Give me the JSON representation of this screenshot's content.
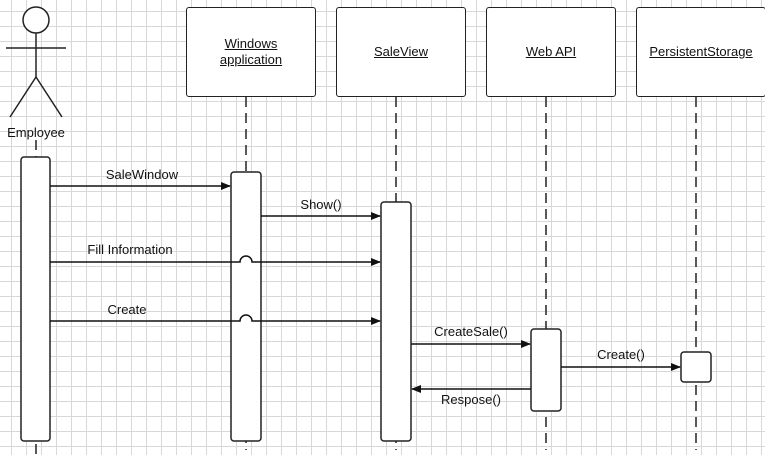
{
  "actor": {
    "label": "Employee"
  },
  "participants": [
    {
      "id": "windows",
      "label_line1": "Windows",
      "label_line2": "application"
    },
    {
      "id": "saleview",
      "label_line1": "SaleView"
    },
    {
      "id": "webapi",
      "label_line1": "Web API"
    },
    {
      "id": "storage",
      "label_line1": "PersistentStorage"
    }
  ],
  "messages": [
    {
      "label": "SaleWindow",
      "from": "Employee",
      "to": "Windows application"
    },
    {
      "label": "Show()",
      "from": "Windows application",
      "to": "SaleView"
    },
    {
      "label": "Fill Information",
      "from": "Employee",
      "to": "SaleView"
    },
    {
      "label": "Create",
      "from": "Employee",
      "to": "SaleView"
    },
    {
      "label": "CreateSale()",
      "from": "SaleView",
      "to": "Web API"
    },
    {
      "label": "Create()",
      "from": "Web API",
      "to": "PersistentStorage"
    },
    {
      "label": "Respose()",
      "from": "Web API",
      "to": "SaleView"
    }
  ]
}
